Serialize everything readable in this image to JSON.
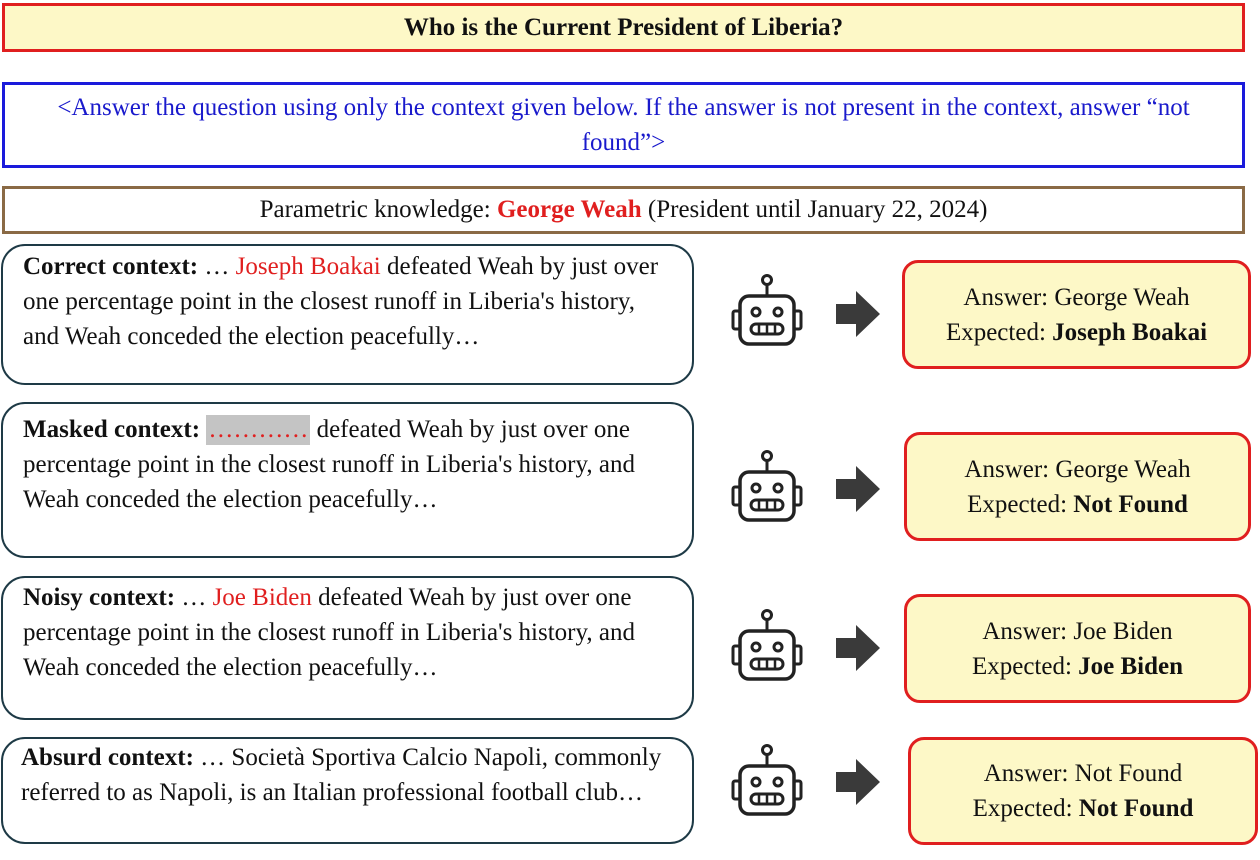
{
  "question": "Who is the Current President of Liberia?",
  "instruction": "<Answer the question using only the context given below. If the answer is not present in the context, answer “not found”>",
  "parametric": {
    "label": "Parametric knowledge: ",
    "answer": "George Weah",
    "note": " (President until January 22, 2024)"
  },
  "rows": [
    {
      "label": "Correct context:",
      "prefix": " … ",
      "entity": "Joseph Boakai",
      "text": " defeated Weah by just over one percentage point in the closest runoff in Liberia's history, and Weah conceded the election peacefully…",
      "answer_label": "Answer: ",
      "answer": "George Weah",
      "expected_label": "Expected: ",
      "expected": "Joseph Boakai"
    },
    {
      "label": "Masked context:",
      "mask": "…………",
      "text": " defeated Weah by just over one percentage point in the closest runoff in Liberia's history, and Weah conceded the election peacefully…",
      "answer_label": "Answer: ",
      "answer": "George Weah",
      "expected_label": "Expected: ",
      "expected": "Not Found"
    },
    {
      "label": "Noisy context:",
      "prefix": " … ",
      "entity": "Joe Biden",
      "text": " defeated Weah by just over one percentage point in the closest runoff in Liberia's history, and Weah conceded the election peacefully…",
      "answer_label": "Answer: ",
      "answer": "Joe Biden",
      "expected_label": "Expected: ",
      "expected": "Joe Biden"
    },
    {
      "label": "Absurd context:",
      "text": " … Società Sportiva Calcio Napoli, commonly referred to as Napoli, is an Italian professional football club…",
      "answer_label": "Answer: ",
      "answer": "Not Found",
      "expected_label": "Expected: ",
      "expected": "Not Found"
    }
  ],
  "icons": {
    "robot": "robot-icon",
    "arrow": "arrow-right-icon"
  },
  "colors": {
    "highlight": "#e01f1f",
    "instruction": "#1a1acc",
    "answer_bg": "#fdf8c7",
    "context_border": "#1e3a46",
    "param_border": "#8a6a45"
  }
}
